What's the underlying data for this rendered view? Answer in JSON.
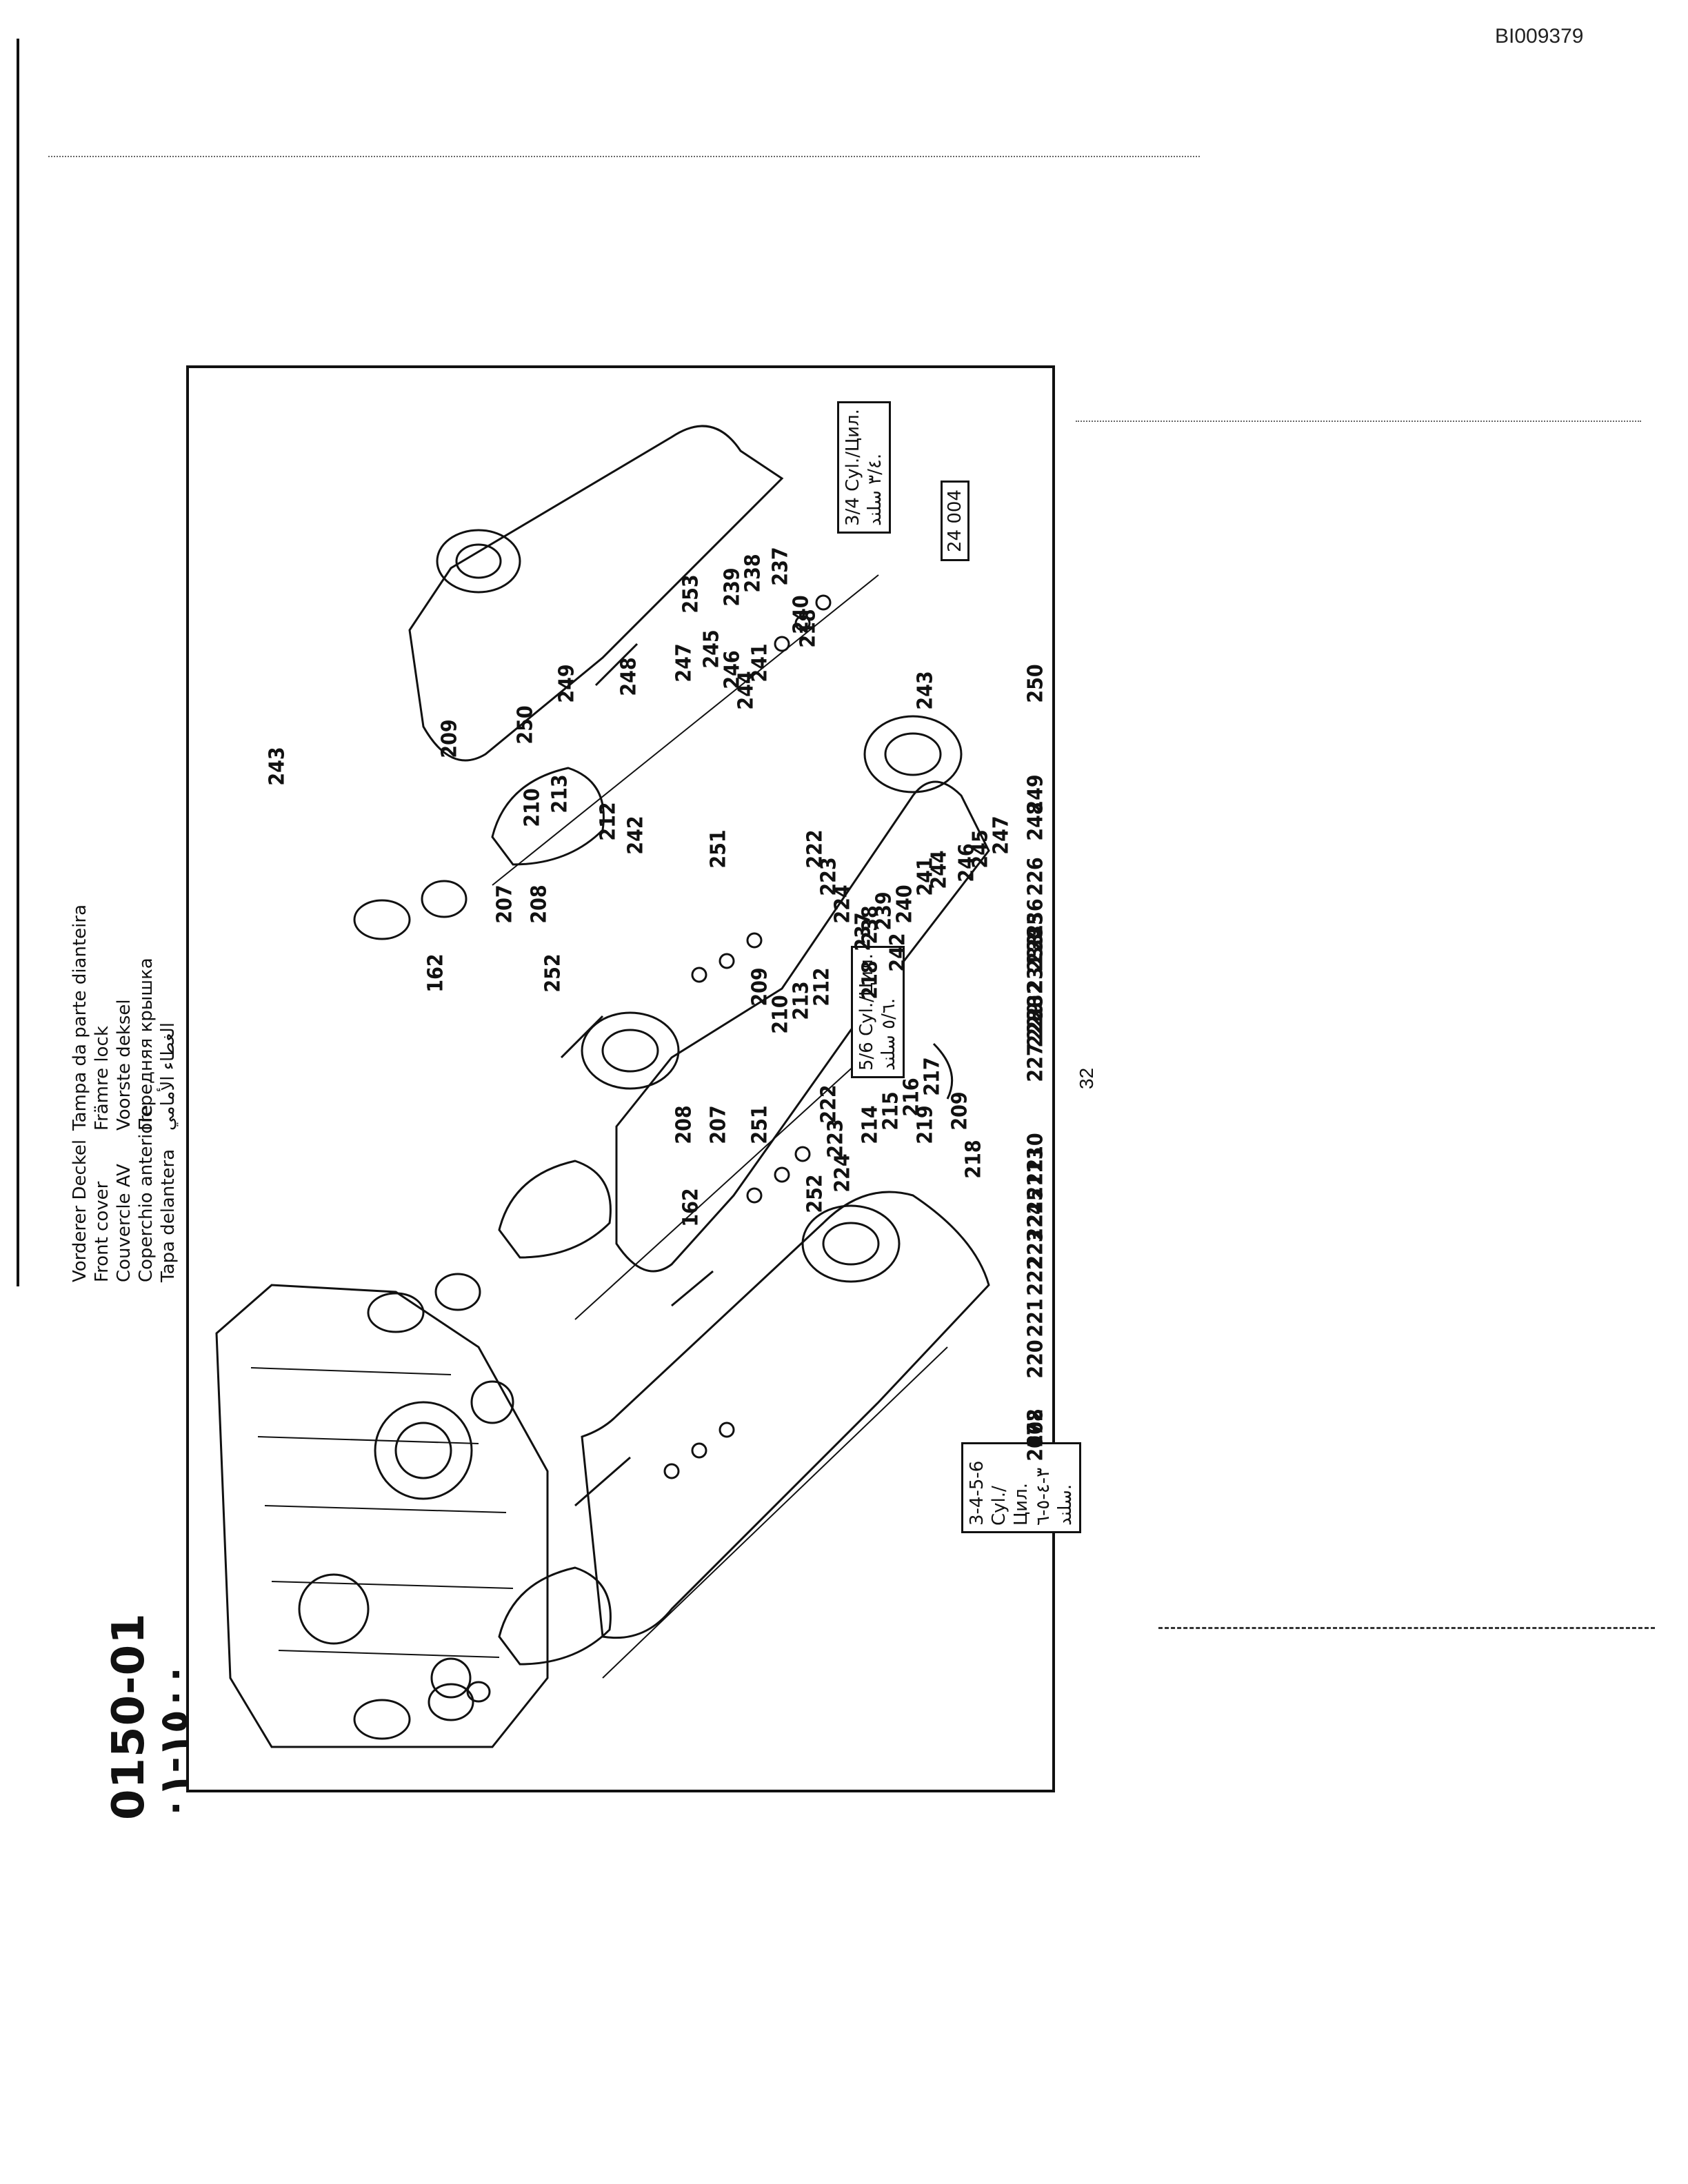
{
  "doc_id": "BI009379",
  "page_number": "32",
  "section": {
    "code": "0150-01",
    "code_arabic": "١٥٠٠-٠١"
  },
  "titles": [
    "Vorderer Deckel",
    "Front cover",
    "Couvercle AV",
    "Coperchio anteriore",
    "Tapa delantera",
    "Tampa da parte dianteira",
    "Främre lock",
    "Voorste deksel",
    "Передняя крышка",
    "الغطاء الأمامي"
  ],
  "figure_number": "24 004",
  "variants": [
    {
      "label": "3/4 Cyl./Цил.",
      "label_ar": "٣/٤ سلند."
    },
    {
      "label": "5/6 Cyl./Цил.",
      "label_ar": "٥/٦ سلند."
    },
    {
      "label": "3-4-5-6 Cyl./Цил.",
      "label_ar": "٣-٤-٥-٦ سلند."
    }
  ],
  "parts": {
    "top_group": [
      "243",
      "250",
      "249",
      "248",
      "247",
      "245",
      "246",
      "244",
      "241",
      "253",
      "239",
      "238",
      "237",
      "240",
      "218"
    ],
    "upper_mid": [
      "209",
      "213",
      "210",
      "212",
      "242",
      "251",
      "207",
      "208",
      "162",
      "222",
      "223",
      "224",
      "252"
    ],
    "mid_group": [
      "243",
      "250",
      "249",
      "248",
      "247",
      "245",
      "246",
      "244",
      "241",
      "240",
      "239",
      "238",
      "237",
      "242",
      "218",
      "212",
      "213",
      "210",
      "209",
      "207",
      "208",
      "162",
      "222",
      "223",
      "224",
      "252",
      "251"
    ],
    "lower_group": [
      "226",
      "236",
      "235",
      "234",
      "233",
      "231",
      "232",
      "230",
      "229",
      "228",
      "227",
      "217",
      "216",
      "215",
      "214",
      "219",
      "218",
      "213",
      "211",
      "210",
      "209",
      "225",
      "224",
      "223",
      "222",
      "221",
      "220",
      "208",
      "207",
      "162"
    ]
  }
}
